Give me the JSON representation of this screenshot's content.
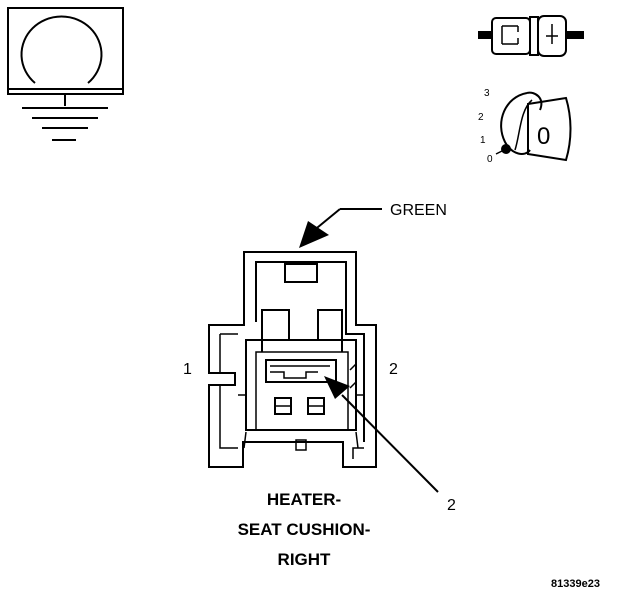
{
  "diagram": {
    "color_label": "GREEN",
    "pin_left": "1",
    "pin_right": "2",
    "callout_number": "2",
    "title_line1": "HEATER-",
    "title_line2": "SEAT CUSHION-",
    "title_line3": "RIGHT",
    "figure_id": "81339e23"
  },
  "key_icon": {
    "positions": [
      "3",
      "2",
      "1",
      "0"
    ],
    "center_label": "0"
  },
  "colors": {
    "ink": "#000000",
    "background": "#ffffff"
  },
  "icons": [
    "ground-symbol-icon",
    "connector-mating-icon",
    "ignition-key-icon"
  ]
}
